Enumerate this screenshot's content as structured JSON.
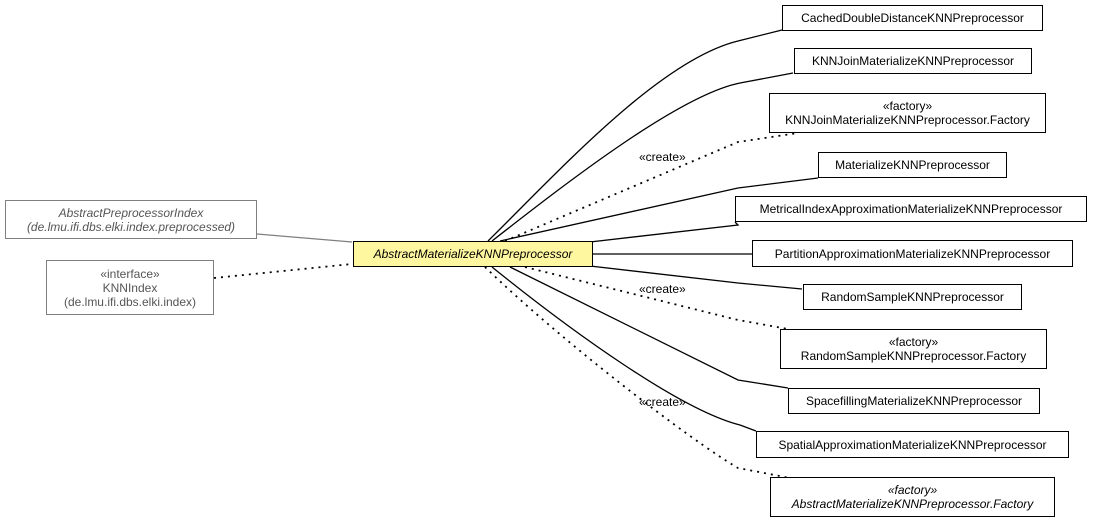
{
  "center": {
    "name": "AbstractMaterializeKNNPreprocessor"
  },
  "parents": {
    "abstract_preprocessor_index": {
      "name": "AbstractPreprocessorIndex",
      "package": "(de.lmu.ifi.dbs.elki.index.preprocessed)"
    },
    "knn_index": {
      "stereotype": "«interface»",
      "name": "KNNIndex",
      "package": "(de.lmu.ifi.dbs.elki.index)"
    }
  },
  "children": [
    {
      "name": "CachedDoubleDistanceKNNPreprocessor"
    },
    {
      "name": "KNNJoinMaterializeKNNPreprocessor"
    },
    {
      "stereotype": "«factory»",
      "name": "KNNJoinMaterializeKNNPreprocessor.Factory"
    },
    {
      "name": "MaterializeKNNPreprocessor"
    },
    {
      "name": "MetricalIndexApproximationMaterializeKNNPreprocessor"
    },
    {
      "name": "PartitionApproximationMaterializeKNNPreprocessor"
    },
    {
      "name": "RandomSampleKNNPreprocessor"
    },
    {
      "stereotype": "«factory»",
      "name": "RandomSampleKNNPreprocessor.Factory"
    },
    {
      "name": "SpacefillingMaterializeKNNPreprocessor"
    },
    {
      "name": "SpatialApproximationMaterializeKNNPreprocessor"
    },
    {
      "stereotype": "«factory»",
      "name": "AbstractMaterializeKNNPreprocessor.Factory"
    }
  ],
  "edge_labels": {
    "create_1": "«create»",
    "create_2": "«create»",
    "create_3": "«create»"
  },
  "colors": {
    "center_fill": "#fff7a0",
    "edge": "#000000",
    "gray_edge": "#7f7f7f",
    "gray_text": "#555555"
  }
}
